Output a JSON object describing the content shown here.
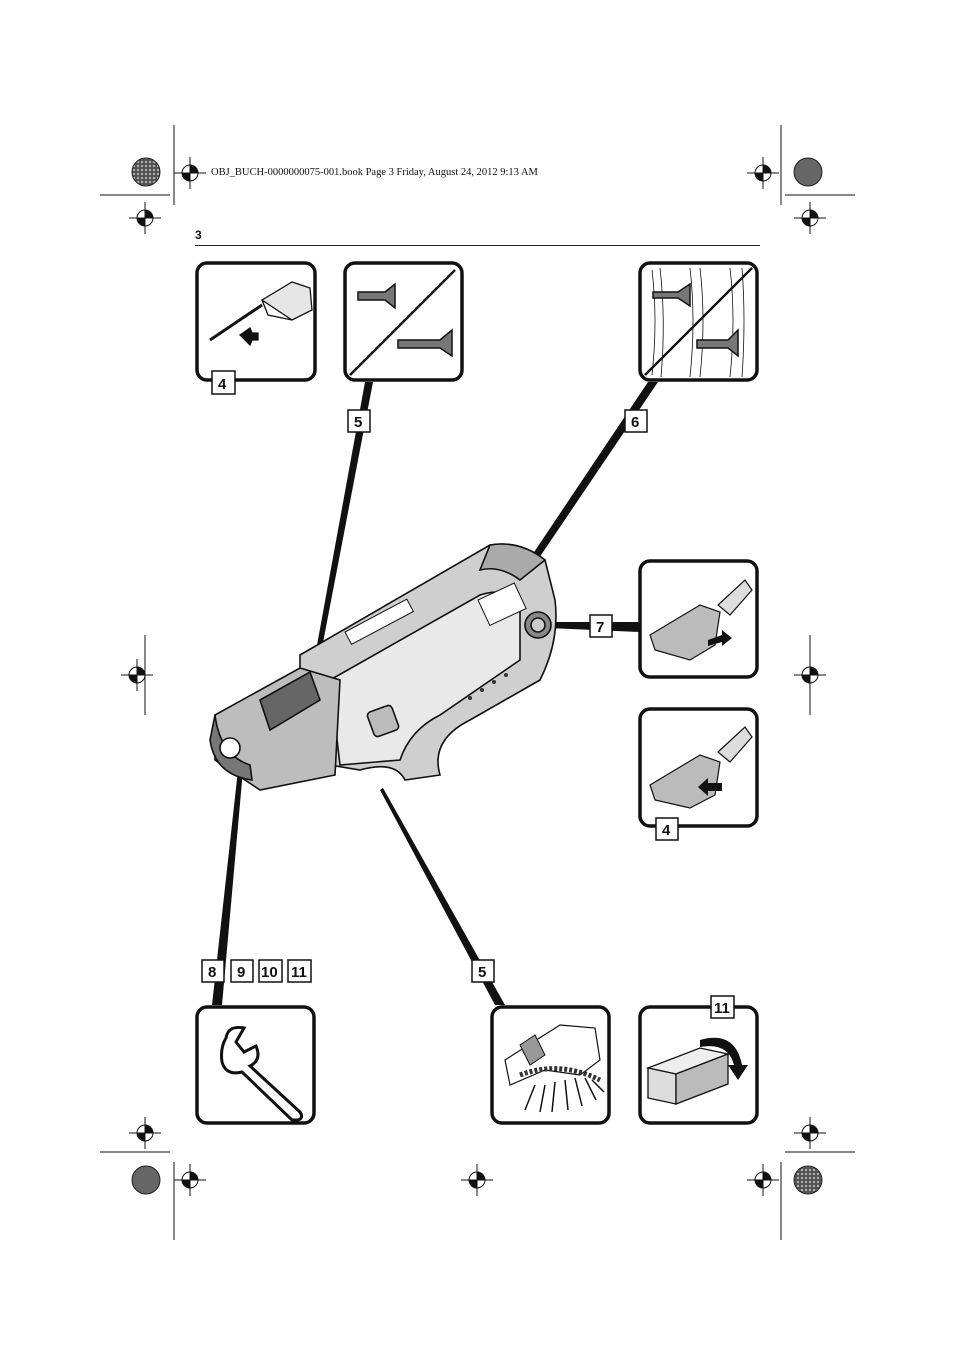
{
  "header": {
    "book_line": "OBJ_BUCH-0000000075-001.book  Page 3  Friday, August 24, 2012  9:13 AM",
    "page_number": "3"
  },
  "labels": {
    "panel_drill_bit": "4",
    "panel_screw_length": "5",
    "panel_depth": "6",
    "panel_remove": "7",
    "panel_attach": "4",
    "wrench_refs": [
      "8",
      "9",
      "10",
      "11"
    ],
    "panel_screw_strip": "5",
    "panel_box": "11"
  }
}
